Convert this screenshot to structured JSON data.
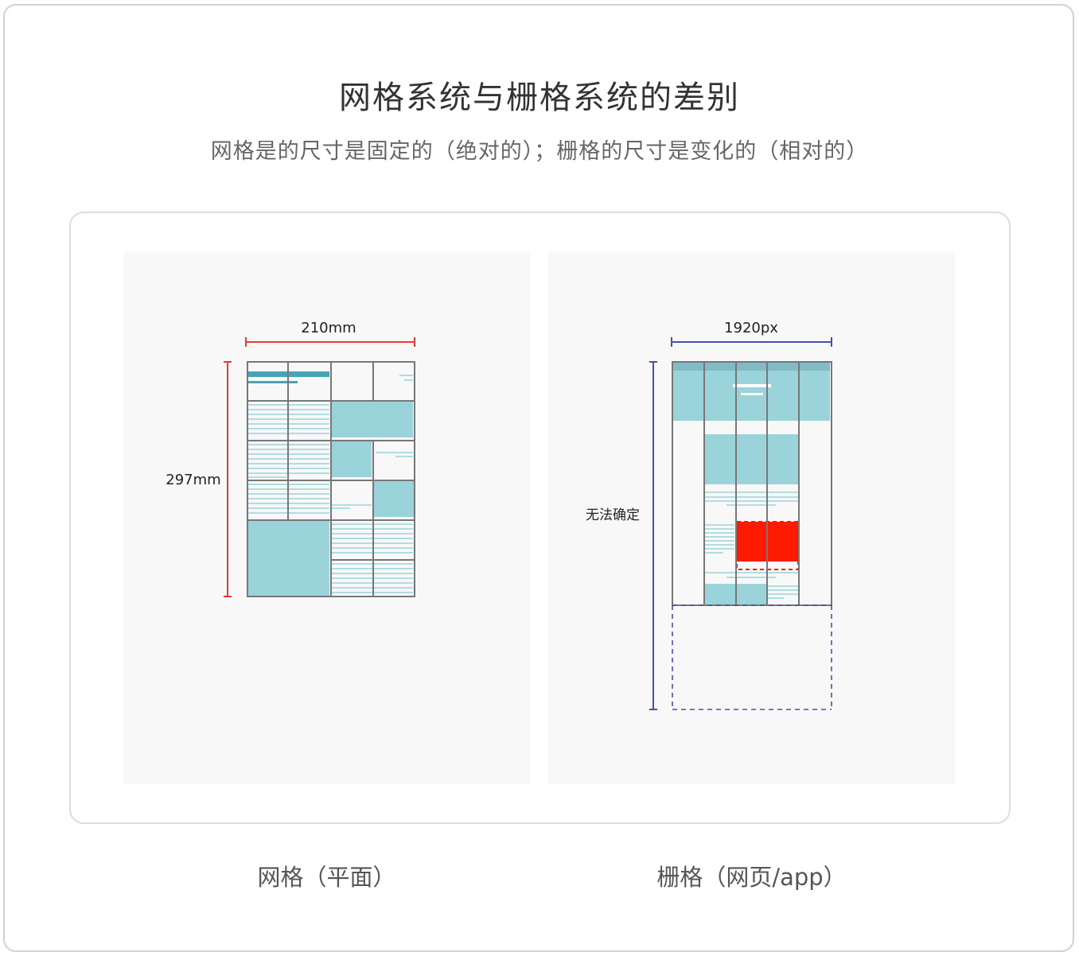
{
  "title": "网格系统与栅格系统的差别",
  "subtitle": "网格是的尺寸是固定的（绝对的）；栅格的尺寸是变化的（相对的）",
  "left_panel": {
    "width_label": "210mm",
    "height_label": "297mm",
    "caption": "网格（平面）"
  },
  "right_panel": {
    "width_label": "1920px",
    "height_label": "无法确定",
    "caption": "栅格（网页/app）"
  },
  "colors": {
    "red": "#e53935",
    "blue": "#4a4fa8",
    "teal": "#9bd3da",
    "teal_dark": "#4aa3b4",
    "line": "#777777",
    "highlight": "#ff1a00"
  }
}
